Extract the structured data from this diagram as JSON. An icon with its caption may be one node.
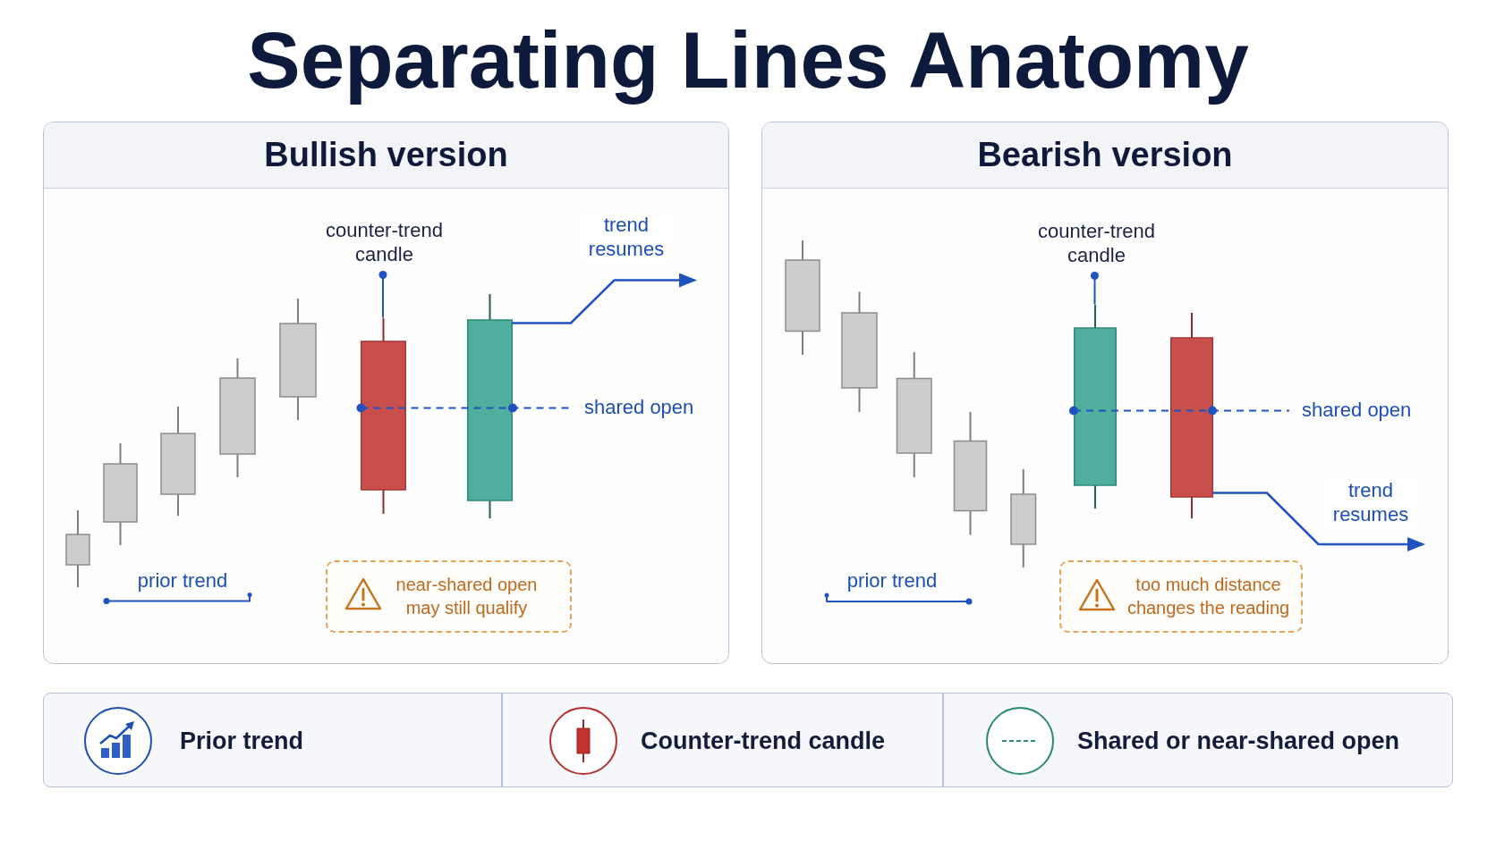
{
  "diagram": {
    "title": "Separating Lines Anatomy",
    "nodes": [
      {
        "text": [
          "Bullish version"
        ]
      },
      {
        "text": [
          "counter-trend candle"
        ],
        "in": 0
      },
      {
        "text": [],
        "shape": "bar",
        "in": 0
      },
      {
        "text": [],
        "shape": "bar",
        "in": 0
      },
      {
        "text": [
          "near-shared open may still qualify"
        ],
        "in": 0
      },
      {
        "text": [
          "Bearish version"
        ]
      },
      {
        "text": [
          "counter-trend candle"
        ],
        "in": 5
      },
      {
        "text": [],
        "shape": "bar",
        "in": 5
      },
      {
        "text": [],
        "shape": "bar",
        "in": 5
      },
      {
        "text": [
          "too much distance changes the reading"
        ],
        "in": 5
      }
    ],
    "edges": [
      {
        "from": 1,
        "to": 2,
        "arrow": "other"
      },
      {
        "from": 3,
        "to": null,
        "arrow": "to",
        "label": "trend resumes"
      },
      {
        "from": 6,
        "to": 7,
        "arrow": "other"
      },
      {
        "from": 8,
        "to": null,
        "arrow": "to",
        "label": "trend resumes"
      }
    ],
    "labels": [
      "shared open",
      "prior trend",
      "shared open",
      "prior trend"
    ],
    "legend": [
      {
        "text": "Prior trend"
      },
      {
        "text": "Counter-trend candle"
      },
      {
        "text": "Shared or near-shared open"
      }
    ]
  }
}
